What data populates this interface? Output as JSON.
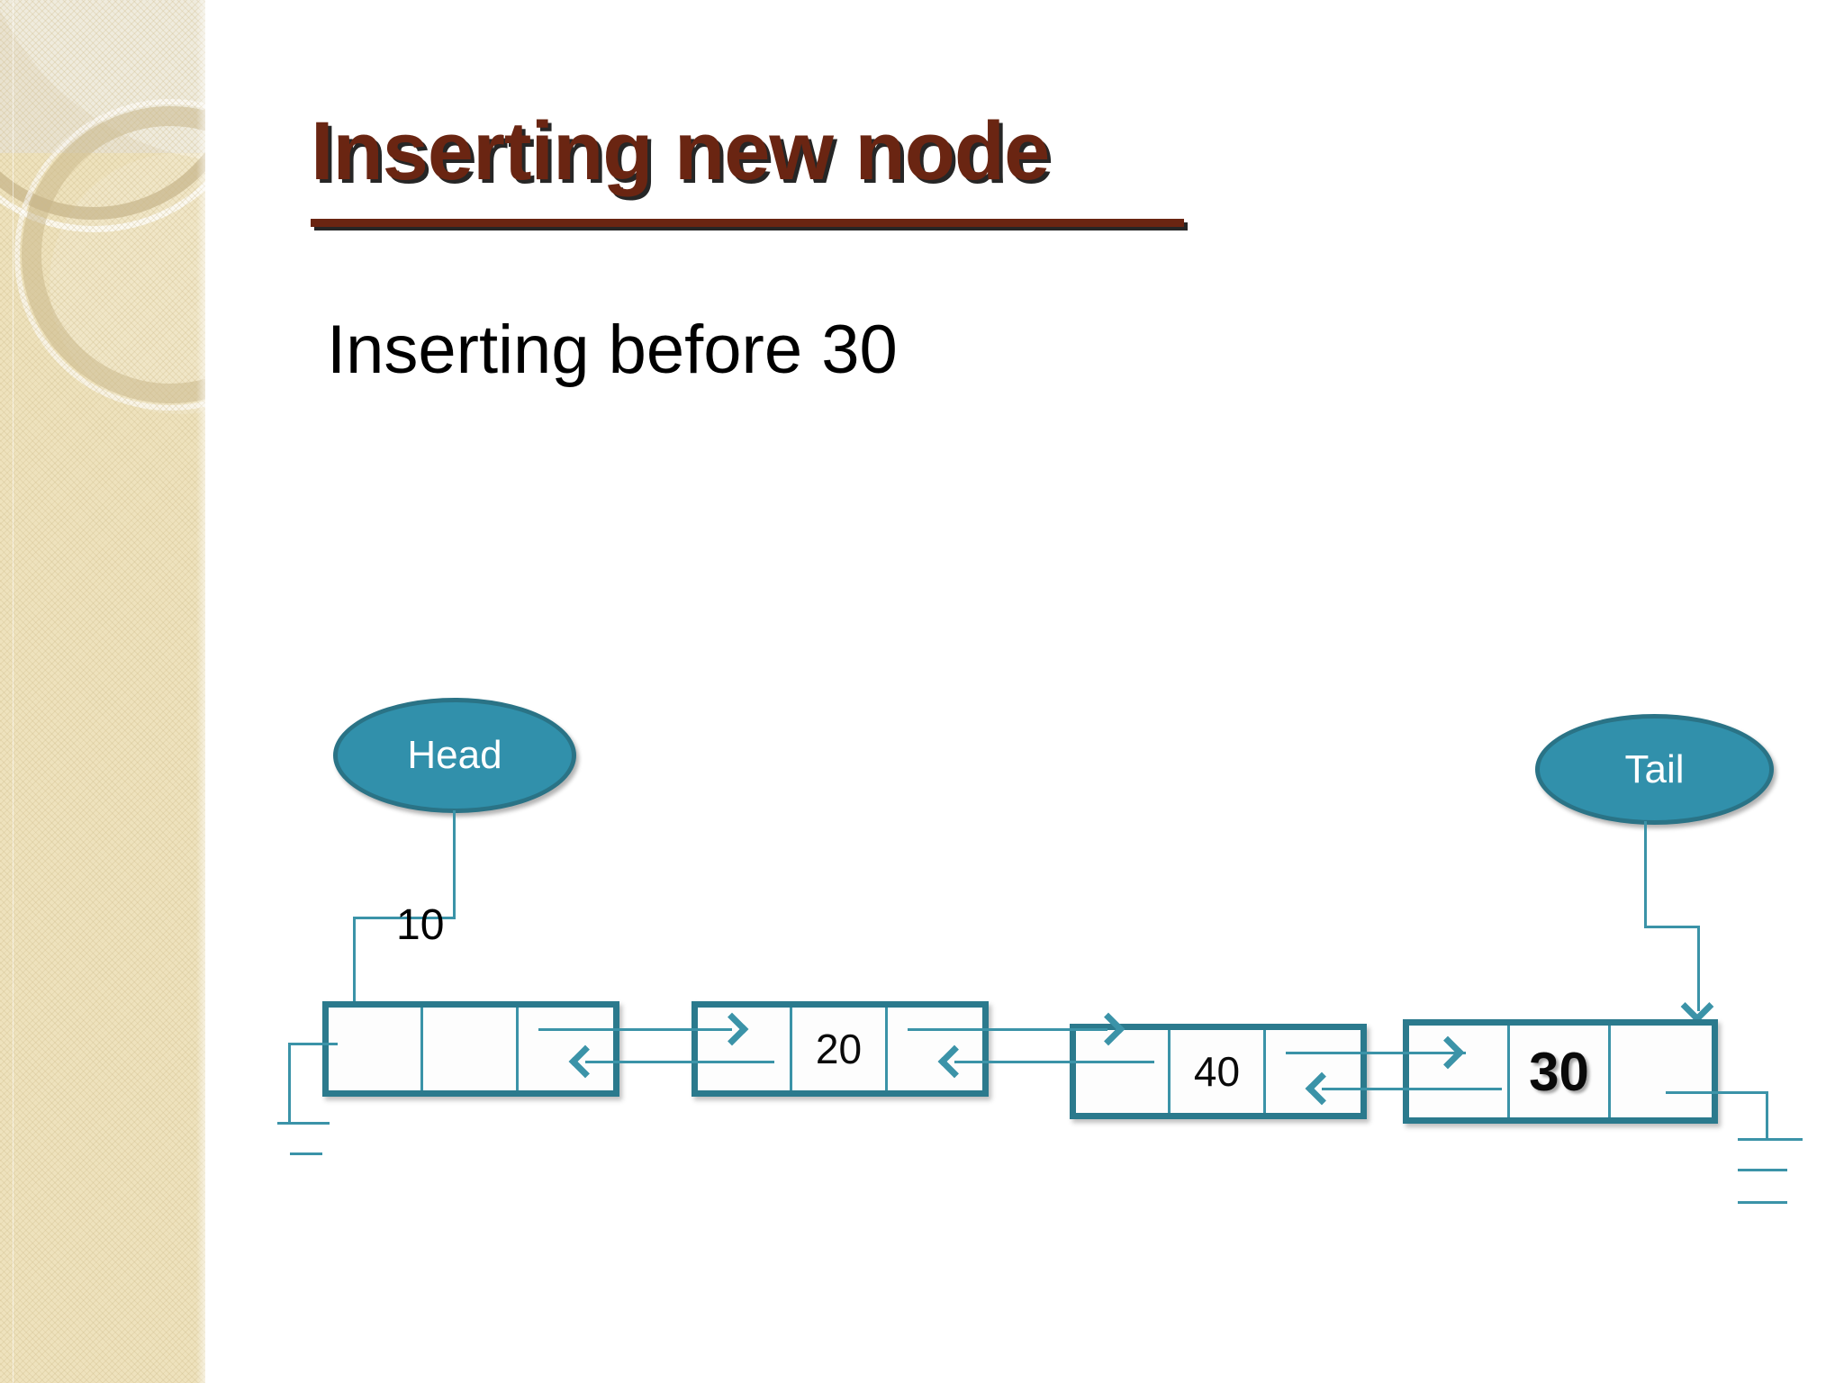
{
  "slide": {
    "title": "Inserting new node",
    "subtitle": "Inserting before 30",
    "title_color": "#6a2512",
    "accent_color": "#3190ab",
    "node_border_color": "#2b7a8d",
    "sidebar_color": "#eee2bd",
    "background_color": "#ffffff"
  },
  "diagram": {
    "type": "doubly-linked-list",
    "pointers": [
      {
        "name": "head",
        "label": "Head",
        "target_node_index": 0
      },
      {
        "name": "tail",
        "label": "Tail",
        "target_node_index": 3
      }
    ],
    "head_pointer_value_label": "10",
    "nodes": [
      {
        "value": "",
        "cells": 3,
        "emphasis": false
      },
      {
        "value": "20",
        "cells": 3,
        "emphasis": false
      },
      {
        "value": "40",
        "cells": 3,
        "emphasis": false
      },
      {
        "value": "30",
        "cells": 3,
        "emphasis": true
      }
    ],
    "links": [
      {
        "from": 0,
        "to": 1,
        "direction": "next",
        "glyph": ">"
      },
      {
        "from": 1,
        "to": 0,
        "direction": "prev",
        "glyph": "<"
      },
      {
        "from": 1,
        "to": 2,
        "direction": "next",
        "glyph": ">"
      },
      {
        "from": 2,
        "to": 1,
        "direction": "prev",
        "glyph": "<"
      },
      {
        "from": 2,
        "to": 3,
        "direction": "next",
        "glyph": ">"
      },
      {
        "from": 3,
        "to": 2,
        "direction": "prev",
        "glyph": "<"
      }
    ],
    "terminators": [
      {
        "side": "left",
        "type": "ground",
        "bars": 2
      },
      {
        "side": "right",
        "type": "ground",
        "bars": 3
      }
    ]
  }
}
